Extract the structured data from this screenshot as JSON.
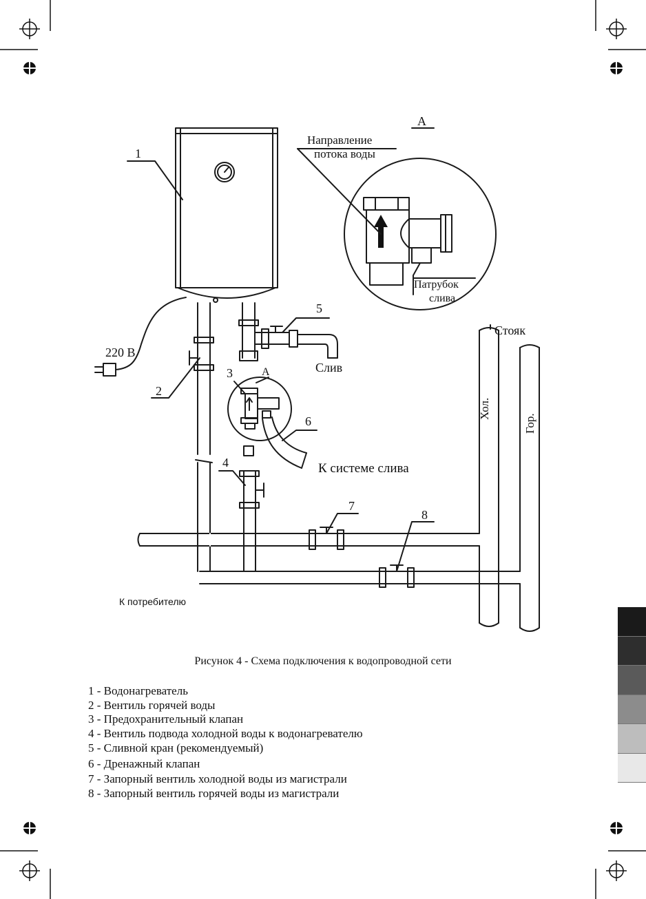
{
  "labels": {
    "n1": "1",
    "n2": "2",
    "n3": "3",
    "n4": "4",
    "n5": "5",
    "n6": "6",
    "n7": "7",
    "n8": "8",
    "a_top": "А",
    "a_small": "А",
    "flow_dir_line1": "Направление",
    "flow_dir_line2": "потока воды",
    "outlet_line1": "Патрубок",
    "outlet_line2": "слива",
    "voltage": "220 В",
    "drain": "Слив",
    "to_drain_system": "К системе слива",
    "riser": "Стояк",
    "cold": "Хол.",
    "hot": "Гор.",
    "to_consumer": "К потребителю"
  },
  "caption": "Рисунок  4 - Схема подключения к водопроводной сети",
  "legend": [
    {
      "num": "1 -",
      "text": " Водонагреватель"
    },
    {
      "num": "2 -",
      "text": " Вентиль горячей воды"
    },
    {
      "num": "3 -",
      "text": " Предохранительный клапан"
    },
    {
      "num": "4 -",
      "text": " Вентиль подвода холодной воды к водонагревателю"
    },
    {
      "num": "5 -",
      "text": " Сливной кран (рекомендуемый)"
    },
    {
      "num": "6 -",
      "text": " Дренажный клапан"
    },
    {
      "num": "7 -",
      "text": " Запорный вентиль холодной воды из магистрали"
    },
    {
      "num": "8 -",
      "text": " Запорный вентиль горячей воды из магистрали"
    }
  ],
  "colorbar": [
    "#1a1a1a",
    "#2e2e2e",
    "#5a5a5a",
    "#8c8c8c",
    "#bdbdbd",
    "#e8e8e8",
    "#ffffff"
  ]
}
